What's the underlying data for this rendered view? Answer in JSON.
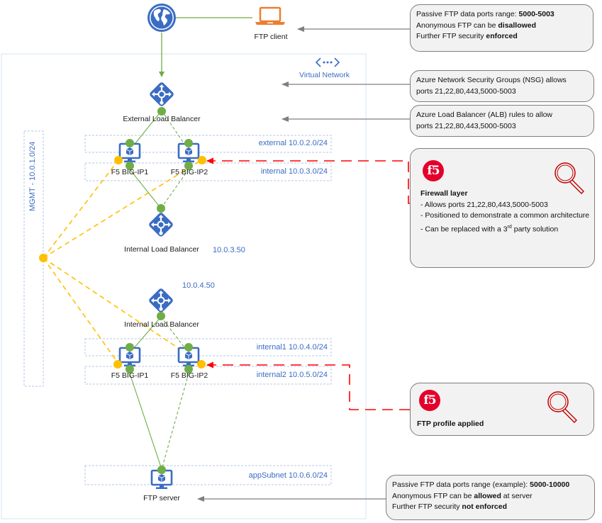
{
  "colors": {
    "azure_blue": "#3b6cc4",
    "green_link": "#70ad47",
    "mgmt_yellow": "#ffc000",
    "f5_red": "#e4002b",
    "callout_bg": "#f2f2f2",
    "client_orange": "#ed7d31"
  },
  "nodes": {
    "internet": {
      "icon": "globe-icon"
    },
    "ftp_client": {
      "label": "FTP client",
      "icon": "laptop-icon"
    },
    "virtual_network": {
      "label": "Virtual Network",
      "icon": "vnet-icon"
    },
    "external_lb": {
      "label": "External Load Balancer",
      "icon": "load-balancer-icon"
    },
    "bigip1_top": {
      "label": "F5 BIG-IP1",
      "icon": "vm-icon"
    },
    "bigip2_top": {
      "label": "F5 BIG-IP2",
      "icon": "vm-icon"
    },
    "internal_lb_1": {
      "label": "Internal Load Balancer",
      "ip": "10.0.3.50",
      "icon": "load-balancer-icon"
    },
    "internal_lb_2": {
      "label": "Internal Load Balancer",
      "ip": "10.0.4.50",
      "icon": "load-balancer-icon"
    },
    "bigip1_bottom": {
      "label": "F5 BIG-IP1",
      "icon": "vm-icon"
    },
    "bigip2_bottom": {
      "label": "F5 BIG-IP2",
      "icon": "vm-icon"
    },
    "ftp_server": {
      "label": "FTP server",
      "icon": "vm-icon"
    }
  },
  "subnets": {
    "mgmt": "MGMT - 10.0.1.0/24",
    "external": "external 10.0.2.0/24",
    "internal": "internal 10.0.3.0/24",
    "internal1": "internal1 10.0.4.0/24",
    "internal2": "internal2 10.0.5.0/24",
    "app": "appSubnet 10.0.6.0/24"
  },
  "callouts": {
    "client": {
      "line1_prefix": "Passive FTP data ports range: ",
      "line1_bold": "5000-5003",
      "line2_prefix": "Anonymous FTP can be ",
      "line2_bold": "disallowed",
      "line3_prefix": "Further FTP security ",
      "line3_bold": "enforced"
    },
    "nsg": {
      "line1": "Azure Network Security Groups (NSG) allows",
      "line2": "ports 21,22,80,443,5000-5003"
    },
    "alb": {
      "line1": "Azure Load Balancer (ALB) rules to allow",
      "line2": "ports 21,22,80,443,5000-5003"
    },
    "firewall": {
      "logo": "f5",
      "title": "Firewall layer",
      "items": [
        "- Allows ports 21,22,80,443,5000-5003",
        "- Positioned to demonstrate a common architecture"
      ],
      "item3_prefix": "- Can be replaced with a 3",
      "item3_sup": "rd",
      "item3_suffix": " party solution",
      "icon": "magnifier-icon"
    },
    "ftp_profile": {
      "logo": "f5",
      "title": "FTP profile applied",
      "icon": "magnifier-icon"
    },
    "server": {
      "line1_prefix": "Passive FTP data ports range (example): ",
      "line1_bold": "5000-10000",
      "line2_prefix": "Anonymous FTP can be ",
      "line2_bold": "allowed",
      "line2_suffix": " at server",
      "line3_prefix": "Further FTP security ",
      "line3_bold": "not enforced"
    }
  }
}
